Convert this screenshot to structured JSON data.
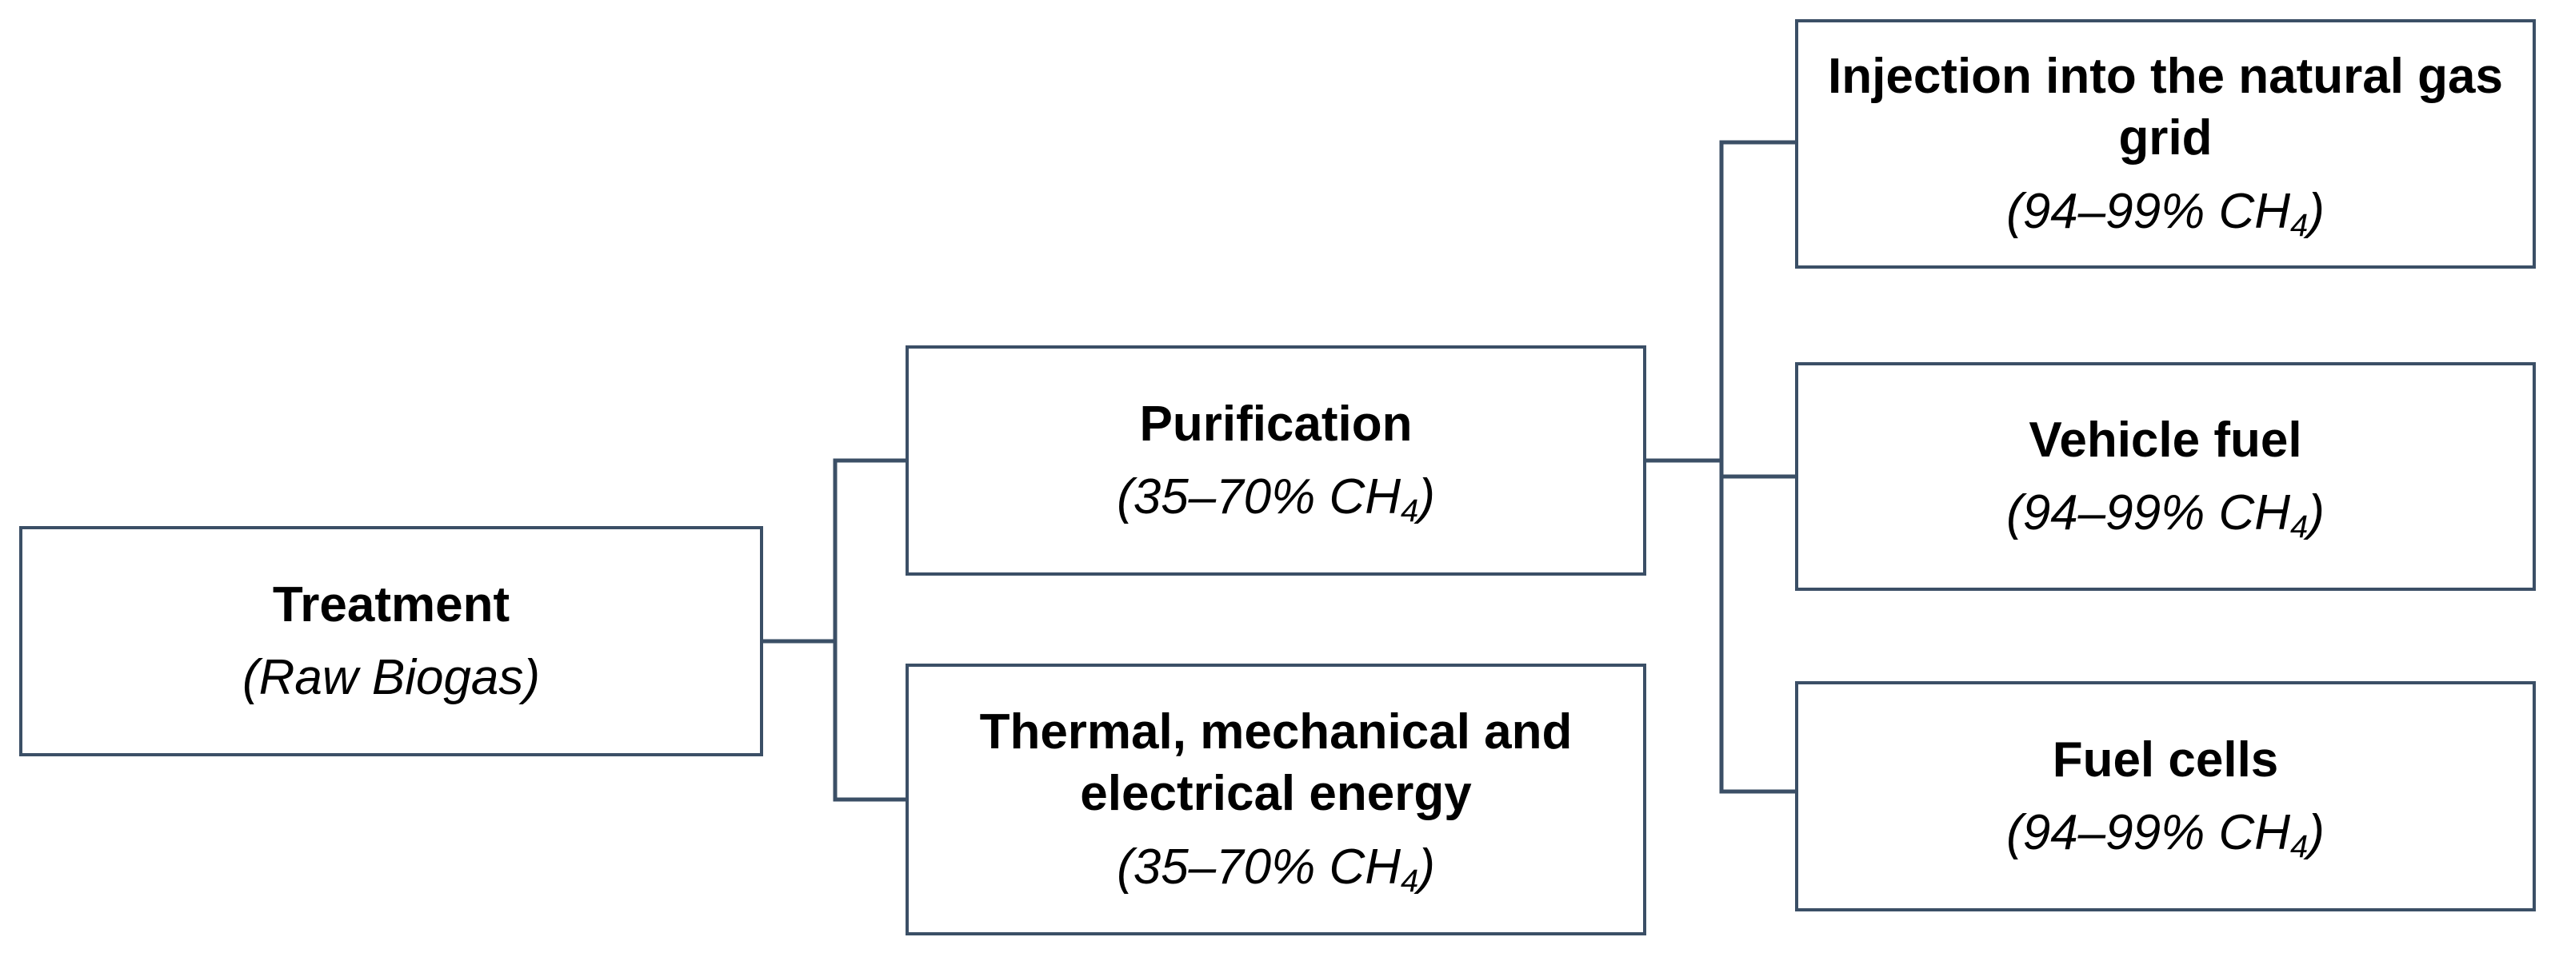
{
  "nodes": {
    "treatment": {
      "title": "Treatment",
      "subtitle": "(Raw Biogas)",
      "formula": "",
      "close": ""
    },
    "purification": {
      "title": "Purification",
      "subtitle": "(35–70% CH",
      "formula": "4",
      "close": ")"
    },
    "energy": {
      "title": "Thermal, mechanical and electrical energy",
      "subtitle": "(35–70% CH",
      "formula": "4",
      "close": ")"
    },
    "grid": {
      "title": "Injection into the natural gas grid",
      "subtitle": "(94–99% CH",
      "formula": "4",
      "close": ")"
    },
    "vehicle": {
      "title": "Vehicle fuel",
      "subtitle": "(94–99% CH",
      "formula": "4",
      "close": ")"
    },
    "cells": {
      "title": "Fuel cells",
      "subtitle": "(94–99% CH",
      "formula": "4",
      "close": ")"
    }
  },
  "edges": [
    {
      "from": "Treatment",
      "to": "Purification"
    },
    {
      "from": "Treatment",
      "to": "Thermal, mechanical and electrical energy"
    },
    {
      "from": "Purification",
      "to": "Injection into the natural gas grid"
    },
    {
      "from": "Purification",
      "to": "Vehicle fuel"
    },
    {
      "from": "Purification",
      "to": "Fuel cells"
    }
  ]
}
